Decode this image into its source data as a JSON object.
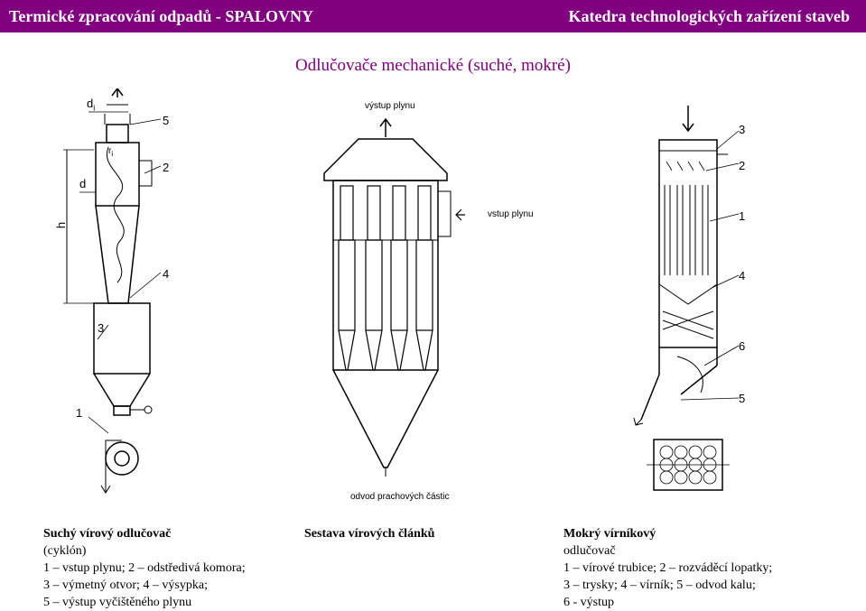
{
  "header": {
    "left": "Termické zpracování odpadů - SPALOVNY",
    "right": "Katedra technologických zařízení staveb"
  },
  "slide_title": "Odlučovače mechanické (suché, mokré)",
  "fig1": {
    "label_di": "d",
    "label_di_sub": "i",
    "label_d": "d",
    "label_h": "h",
    "label_r": "r",
    "label_r_sub": "i",
    "callouts": [
      "5",
      "2",
      "4",
      "3",
      "1"
    ]
  },
  "fig2": {
    "label_outlet": "výstup plynu",
    "label_inlet": "vstup plynu",
    "label_dust": "odvod prachových částic"
  },
  "fig3": {
    "callouts": [
      "3",
      "2",
      "1",
      "4",
      "6",
      "5"
    ]
  },
  "captions": {
    "left": {
      "title": "Suchý vírový odlučovač",
      "lines": [
        "(cyklón)",
        "1 – vstup plynu; 2 – odstředivá komora;",
        "3 – výmetný otvor; 4 – výsypka;",
        "5 – výstup vyčištěného plynu"
      ]
    },
    "middle": {
      "title": "Sestava vírových článků"
    },
    "right": {
      "title": "Mokrý vírníkový",
      "lines": [
        "odlučovač",
        "1 – vírové trubice; 2 – rozváděcí lopatky;",
        "3 – trysky; 4 – vírník;  5 – odvod kalu;",
        "6 - výstup"
      ]
    }
  }
}
